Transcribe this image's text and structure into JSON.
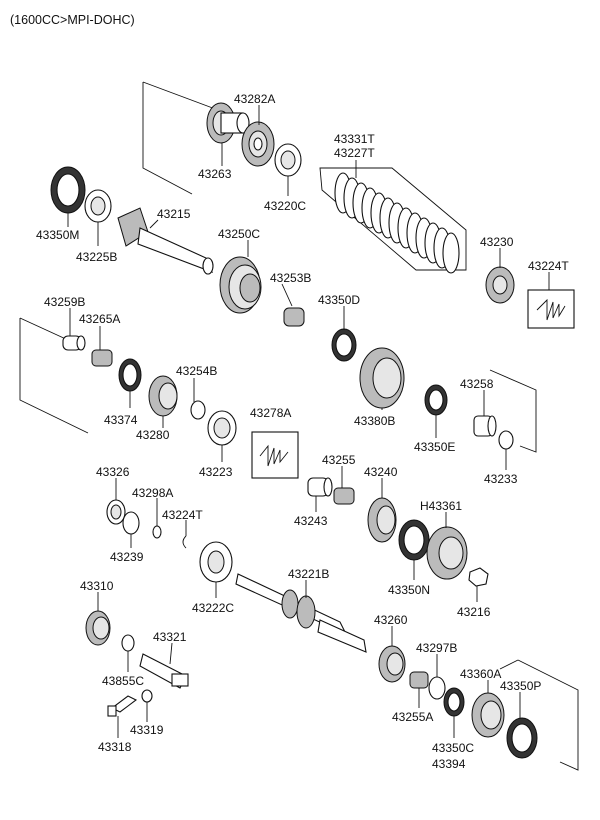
{
  "header": {
    "engine": "(1600CC>MPI-DOHC)"
  },
  "parts": [
    "43282A",
    "43263",
    "43220C",
    "43331T",
    "43227T",
    "43350M",
    "43225B",
    "43215",
    "43250C",
    "43253B",
    "43230",
    "43224T",
    "43259B",
    "43265A",
    "43350D",
    "43254B",
    "43374",
    "43280",
    "43380B",
    "43258",
    "43223",
    "43278A",
    "43350E",
    "43233",
    "43255",
    "43240",
    "43326",
    "43298A",
    "H43361",
    "43224T",
    "43243",
    "43239",
    "43350N",
    "43216",
    "43221B",
    "43222C",
    "43310",
    "43321",
    "43260",
    "43297B",
    "43855C",
    "43360A",
    "43350P",
    "43319",
    "43255A",
    "43318",
    "43350C",
    "43394"
  ]
}
